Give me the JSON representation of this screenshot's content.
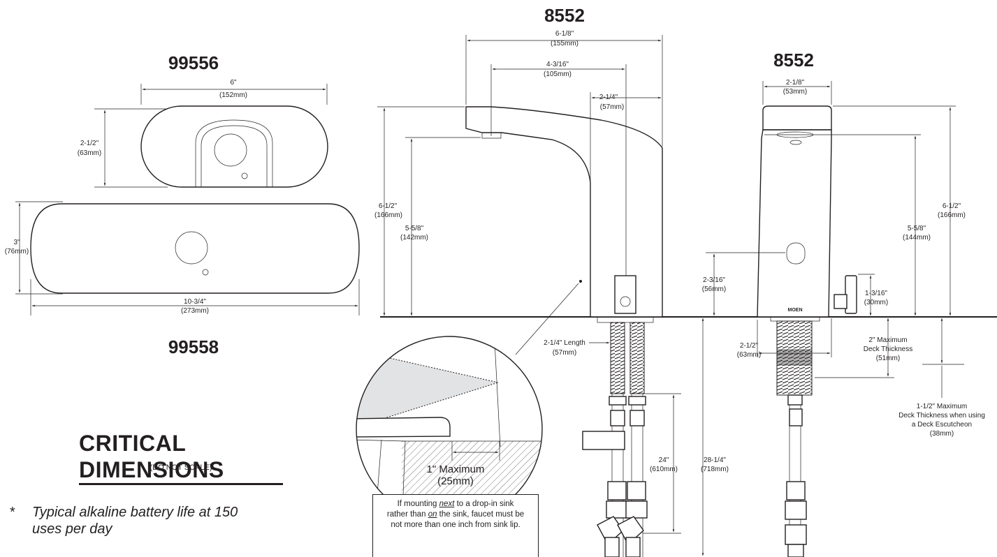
{
  "models": {
    "plate_small": "99556",
    "plate_large": "99558",
    "faucet_side": "8552",
    "faucet_front": "8552"
  },
  "plate_small": {
    "width_in": "6\"",
    "width_mm": "(152mm)",
    "height_in": "2-1/2\"",
    "height_mm": "(63mm)"
  },
  "plate_large": {
    "height_in": "3\"",
    "height_mm": "(76mm)",
    "width_in": "10-3/4\"",
    "width_mm": "(273mm)"
  },
  "side_view": {
    "overall_in": "6-1/8\"",
    "overall_mm": "(155mm)",
    "reach_in": "4-3/16\"",
    "reach_mm": "(105mm)",
    "body_in": "2-1/4\"",
    "body_mm": "(57mm)",
    "height_in": "6-1/2\"",
    "height_mm": "(166mm)",
    "spout_in": "5-5/8\"",
    "spout_mm": "(142mm)",
    "shank_len_in": "2-1/4\" Length",
    "shank_len_mm": "(57mm)",
    "hose_in": "24\"",
    "hose_mm": "(610mm)",
    "total_in": "28-1/4\"",
    "total_mm": "(718mm)"
  },
  "front_view": {
    "width_in": "2-1/8\"",
    "width_mm": "(53mm)",
    "height_in": "6-1/2\"",
    "height_mm": "(166mm)",
    "spout_in": "5-5/8\"",
    "spout_mm": "(144mm)",
    "sensor_in": "2-3/16\"",
    "sensor_mm": "(56mm)",
    "handle_in": "1-3/16\"",
    "handle_mm": "(30mm)",
    "shank_w_in": "2-1/2\"",
    "shank_w_mm": "(63mm)",
    "deck_max_l1": "2\" Maximum",
    "deck_max_l2": "Deck Thickness",
    "deck_max_mm": "(51mm)",
    "esc_l1": "1-1/2\" Maximum",
    "esc_l2": "Deck Thickness when using",
    "esc_l3": "a Deck Escutcheon",
    "esc_mm": "(38mm)",
    "brand": "MOEN"
  },
  "detail": {
    "max_in": "1\" Maximum",
    "max_mm": "(25mm)",
    "note_l1_a": "If mounting ",
    "note_l1_em": "next",
    "note_l1_b": " to a drop-in sink",
    "note_l2_a": "rather than ",
    "note_l2_em": "on",
    "note_l2_b": " the sink, faucet must be",
    "note_l3": "not more than one inch from sink lip."
  },
  "heading": "CRITICAL DIMENSIONS",
  "subheading": "(DO NOT SCALE)",
  "footnote": {
    "mark": "*",
    "text": "Typical alkaline battery life at 150 uses per day"
  }
}
